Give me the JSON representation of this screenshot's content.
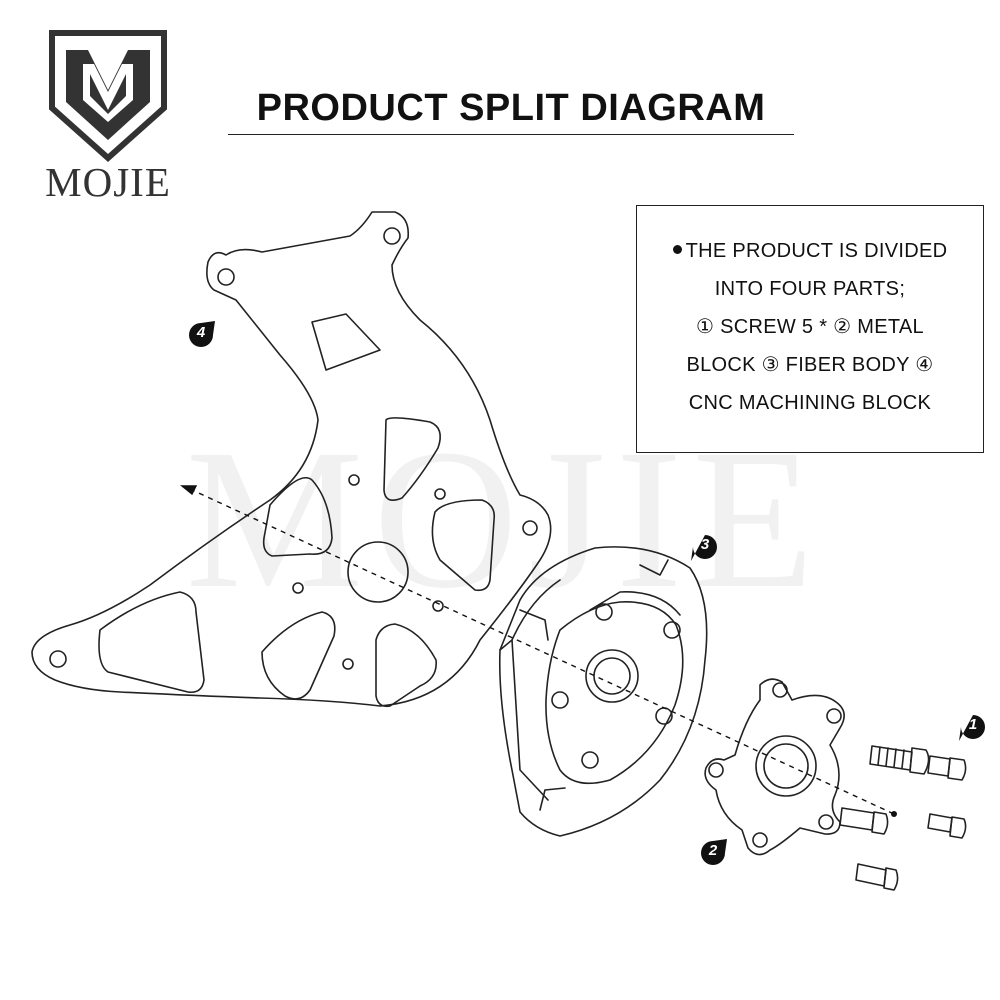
{
  "brand": {
    "name": "MOJIE",
    "watermark": "MOJIE"
  },
  "title": "PRODUCT SPLIT DIAGRAM",
  "info": {
    "lines": [
      "THE PRODUCT IS DIVIDED",
      "INTO FOUR PARTS;",
      "① SCREW 5 * ② METAL",
      "BLOCK ③ FIBER BODY ④",
      "CNC MACHINING BLOCK"
    ]
  },
  "callouts": [
    "1",
    "2",
    "3",
    "4"
  ]
}
